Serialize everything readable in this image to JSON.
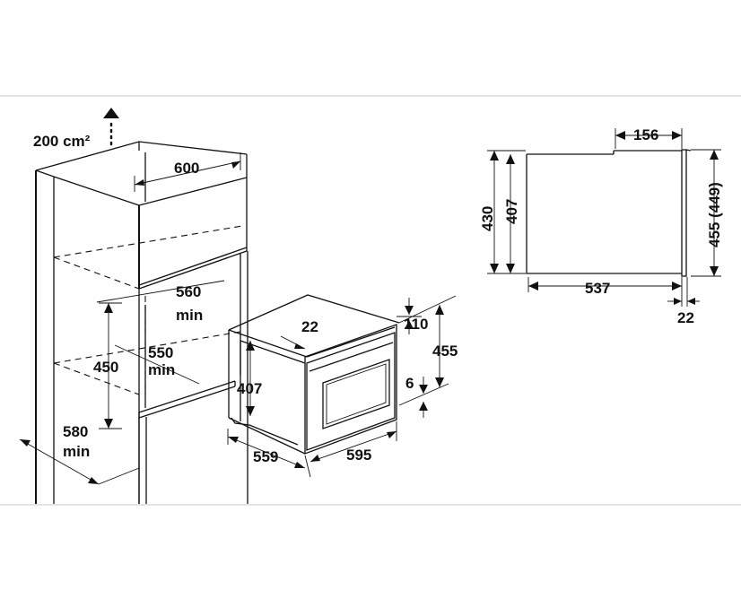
{
  "diagram": {
    "vent_area_label": "200 cm²",
    "niche": {
      "width_top": "600",
      "depth_value": "560",
      "depth_unit": "min",
      "height_value": "450",
      "inner_width_value": "550",
      "inner_width_unit": "min",
      "outer_depth_value": "580",
      "outer_depth_unit": "min"
    },
    "appliance": {
      "top_offset": "22",
      "top_gap": "110",
      "total_height": "455",
      "body_height": "407",
      "bottom_gap": "6",
      "depth": "559",
      "width": "595"
    },
    "side_view": {
      "top_step": "156",
      "height_outer": "430",
      "height_inner": "407",
      "front_height": "455 (449)",
      "depth": "537",
      "front_thickness": "22"
    }
  }
}
